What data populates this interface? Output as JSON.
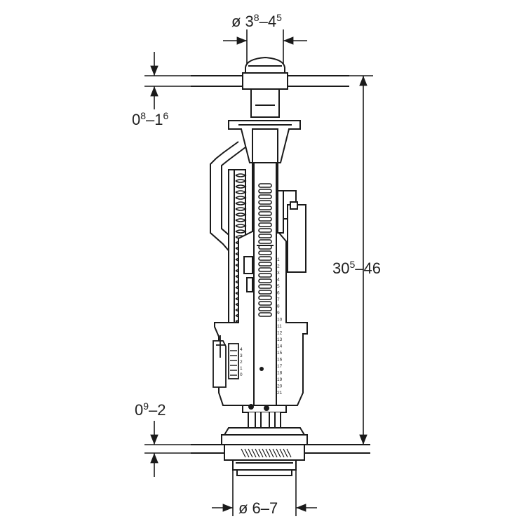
{
  "colors": {
    "line": "#1a1a1a",
    "text": "#222222",
    "background": "#ffffff"
  },
  "dimensions": {
    "top_diameter": {
      "prefix": "ø 3",
      "sup1": "8",
      "mid": "–4",
      "sup2": "5"
    },
    "plate_thickness_top": {
      "base1": "0",
      "sup1": "8",
      "mid": "–1",
      "sup2": "6"
    },
    "plate_thickness_bottom": {
      "base1": "0",
      "sup1": "9",
      "mid": "–2"
    },
    "total_height": {
      "base1": "30",
      "sup1": "5",
      "mid": "–46"
    },
    "bottom_diameter": {
      "text": "ø 6–7"
    }
  },
  "scales": {
    "center_scale": [
      "1",
      "2",
      "3",
      "4",
      "5",
      "6",
      "7",
      "8",
      "9",
      "10",
      "11",
      "12",
      "13",
      "14",
      "15",
      "16",
      "17",
      "18",
      "19",
      "20",
      "21"
    ],
    "side_scale": [
      "4",
      "3",
      "2",
      "1",
      "0"
    ]
  }
}
